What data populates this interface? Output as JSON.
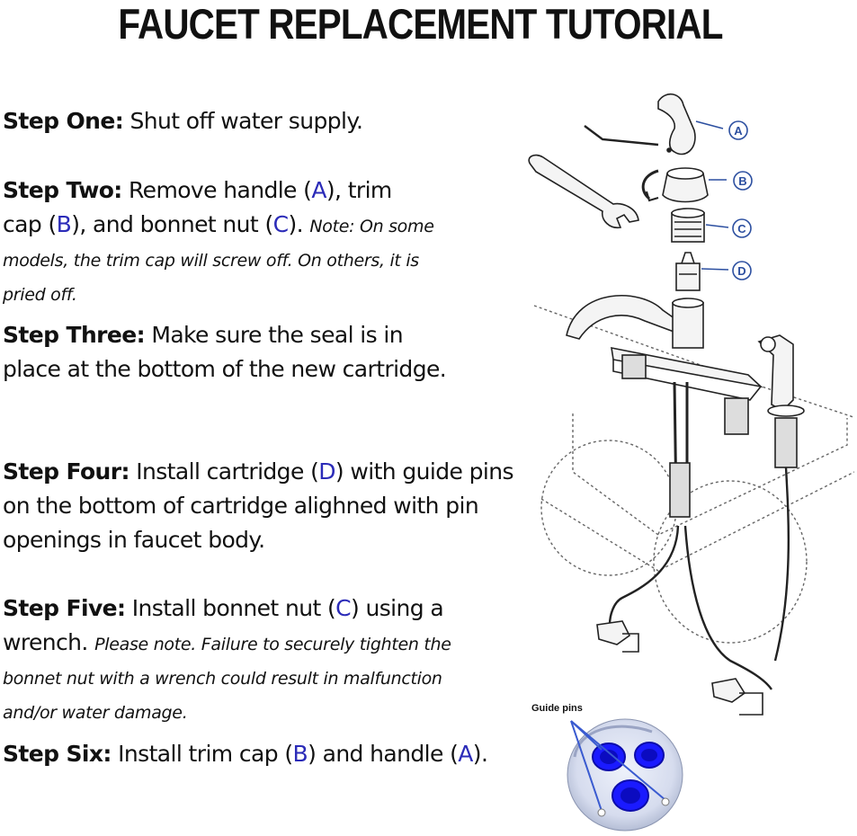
{
  "title": "FAUCET REPLACEMENT TUTORIAL",
  "steps": {
    "one": {
      "label": "Step One:",
      "t1": " Shut off water supply."
    },
    "two": {
      "label": "Step Two:",
      "t1": " Remove handle (",
      "l1": "A",
      "t2": "), trim cap (",
      "l2": "B",
      "t3": "), and bonnet nut (",
      "l3": "C",
      "t4": "). ",
      "note": "Note: On some models, the trim cap will screw off. On others, it is pried off."
    },
    "three": {
      "label": "Step Three:",
      "t1": " Make sure the seal is in place at the bottom of the new cartridge."
    },
    "four": {
      "label": "Step Four:",
      "t1": " Install cartridge (",
      "l1": "D",
      "t2": ") with guide pins on the bottom of cartridge alighned with pin openings in faucet body."
    },
    "five": {
      "label": "Step Five:",
      "t1": " Install bonnet nut (",
      "l1": "C",
      "t2": ") using a wrench. ",
      "note": "Please note. Failure to securely tighten the bonnet nut with a wrench could result in malfunction and/or water damage."
    },
    "six": {
      "label": "Step Six:",
      "t1": " Install trim cap (",
      "l1": "B",
      "t2": ") and handle (",
      "l2": "A",
      "t3": ")."
    }
  },
  "diagram": {
    "callouts": [
      "A",
      "B",
      "C",
      "D"
    ],
    "guide_pins_label": "Guide pins"
  },
  "colors": {
    "letter": "#2b2bb8",
    "callout": "#2c4fa0",
    "cartridge": "#1a1aff"
  }
}
